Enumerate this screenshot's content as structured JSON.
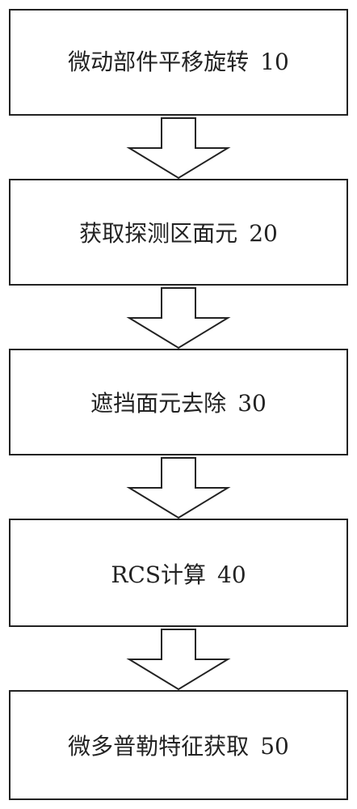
{
  "flowchart": {
    "steps": [
      {
        "label": "微动部件平移旋转",
        "number": "10"
      },
      {
        "label": "获取探测区面元",
        "number": "20"
      },
      {
        "label": "遮挡面元去除",
        "number": "30"
      },
      {
        "label": "RCS计算",
        "number": "40"
      },
      {
        "label": "微多普勒特征获取",
        "number": "50"
      }
    ],
    "colors": {
      "stroke": "#222222",
      "box_fill": "#ffffff",
      "arrow_fill": "#ffffff",
      "text": "#222222"
    }
  }
}
